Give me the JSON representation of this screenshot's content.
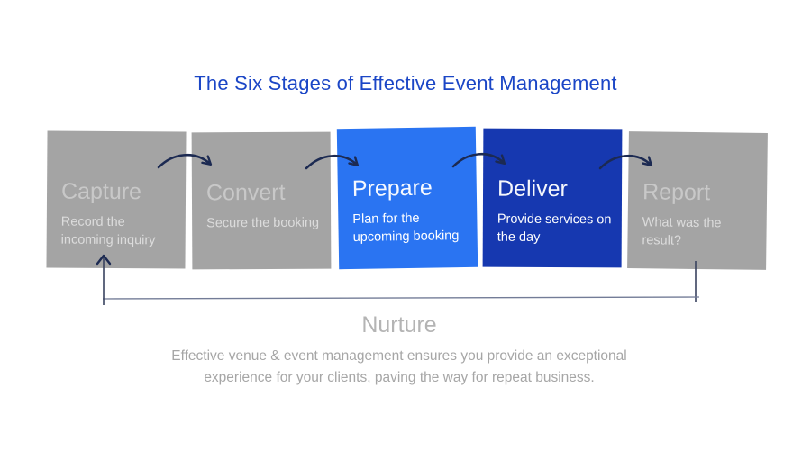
{
  "title": "The Six Stages of Effective Event Management",
  "stages": [
    {
      "name": "Capture",
      "description": "Record the incoming inquiry"
    },
    {
      "name": "Convert",
      "description": "Secure the booking"
    },
    {
      "name": "Prepare",
      "description": "Plan for the upcoming booking"
    },
    {
      "name": "Deliver",
      "description": "Provide services on the day"
    },
    {
      "name": "Report",
      "description": "What was the result?"
    }
  ],
  "nurture": {
    "name": "Nurture",
    "description": "Effective venue & event management ensures you provide an exceptional experience for your clients, paving the way for repeat business."
  },
  "colors": {
    "title_blue": "#1b46c6",
    "box_gray": "#a4a4a4",
    "box_blue": "#2a74f2",
    "box_dark_blue": "#1638b0",
    "arrow_navy": "#1c2a52",
    "stage_heading_gray": "#c8c8c8",
    "stage_text_light": "#dcdcdc",
    "nurture_heading_gray": "#b4b4b4",
    "nurture_text_gray": "#a6a6a6"
  }
}
